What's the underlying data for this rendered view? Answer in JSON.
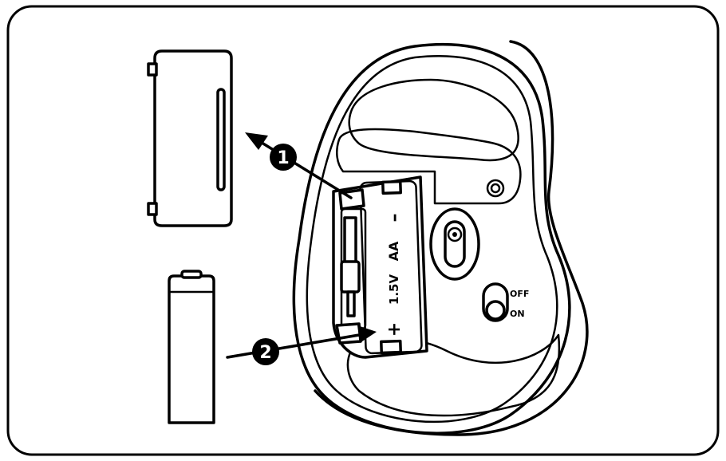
{
  "battery_label": {
    "plus": "+",
    "voltage": "1.5V",
    "type": "AA",
    "minus": "–"
  },
  "switch_labels": {
    "off": "OFF",
    "on": "ON"
  },
  "steps": [
    {
      "number": "1"
    },
    {
      "number": "2"
    }
  ]
}
